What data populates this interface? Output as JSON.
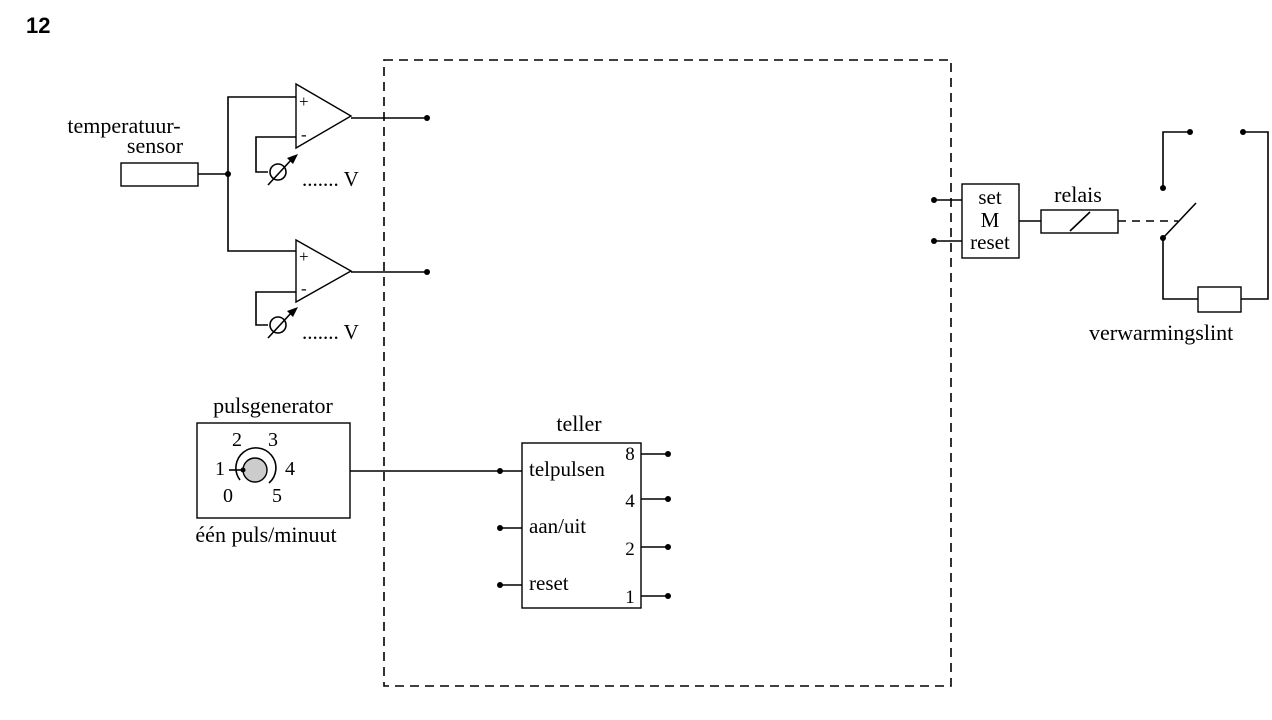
{
  "question_number": "12",
  "sensor": {
    "label_line1": "temperatuur-",
    "label_line2": "sensor"
  },
  "comparators": [
    {
      "plus": "+",
      "minus": "-",
      "voltage_label": "....... V"
    },
    {
      "plus": "+",
      "minus": "-",
      "voltage_label": "....... V"
    }
  ],
  "pulse_generator": {
    "title": "pulsgenerator",
    "dial_numbers": [
      "0",
      "1",
      "2",
      "3",
      "4",
      "5"
    ],
    "caption": "één puls/minuut"
  },
  "counter": {
    "title": "teller",
    "inputs": [
      "telpulsen",
      "aan/uit",
      "reset"
    ],
    "outputs": [
      "8",
      "4",
      "2",
      "1"
    ]
  },
  "memory": {
    "set": "set",
    "m": "M",
    "reset": "reset"
  },
  "relay": {
    "label": "relais"
  },
  "heater": {
    "label": "verwarmingslint"
  },
  "colors": {
    "line": "#000000",
    "knob_fill": "#cccccc",
    "background": "#ffffff"
  }
}
